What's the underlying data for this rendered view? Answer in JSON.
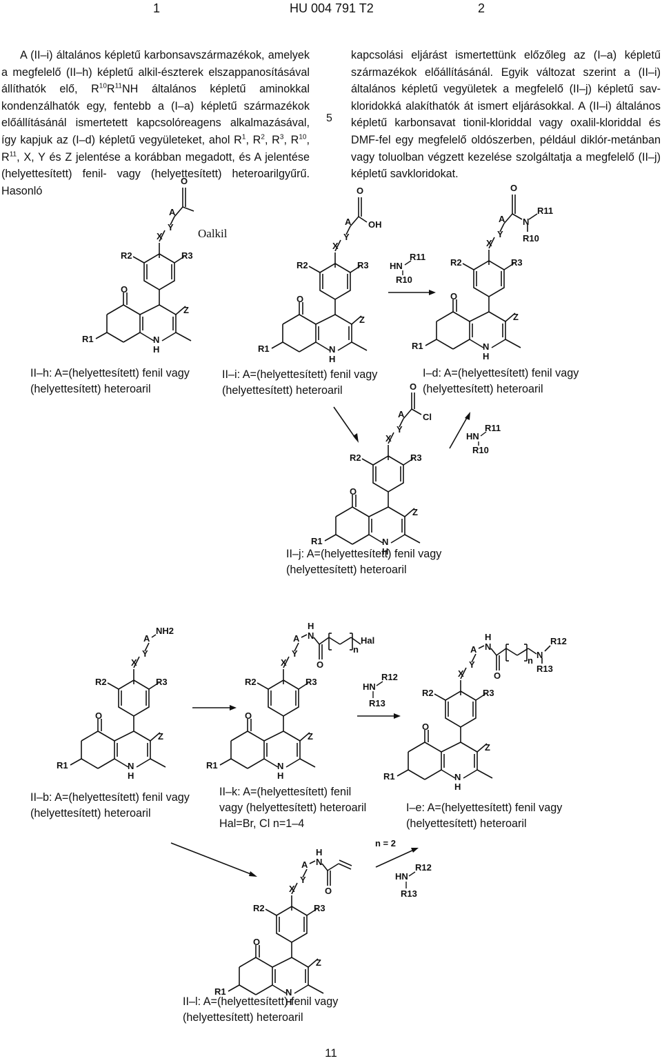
{
  "header": {
    "left_page": "1",
    "doc_id": "HU 004 791 T2",
    "right_page": "2"
  },
  "left_col": {
    "line1": "A (II–i) általános képletű karbonsavszármazékok, amelyek a megfelelő (II–h) képletű alkil-észterek elszappanosításával állíthatók elő, R",
    "sup_r10": "10",
    "r_mid": "R",
    "sup_r11": "11",
    "line2": "NH általános képletű aminokkal kondenzálhatók egy, fentebb a (I–a) képletű származékok előállításánál ismertetett kapcsolóreagens alkalmazásával, így kapjuk az (I–d) képletű vegyületeket, ahol R",
    "s1": "1",
    "c1": ", R",
    "s2": "2",
    "c2": ", R",
    "s3": "3",
    "c3": ", R",
    "s4": "10",
    "c4": ", R",
    "s5": "11",
    "line3": ", X, Y és Z jelentése a korábban megadott, és A jelentése (helyettesített) fenil- vagy (helyettesített) heteroarilgyűrű. Hasonló"
  },
  "line_number": "5",
  "right_col": {
    "text": "kapcsolási eljárást ismertettünk előzőleg az (I–a) képletű származékok előállításánál. Egyik változat szerint a (II–i) általános képletű vegyületek a megfelelő (II–j) képletű sav-kloridokká alakíthatók át ismert eljárásokkal. A (II–i) általános képletű karbonsavat tionil-kloriddal vagy oxalil-kloriddal és DMF-fel egy megfelelő oldószerben, például diklór-metánban vagy toluolban végzett kezelése szolgáltatja a megfelelő (II–j) képletű savkloridokat."
  },
  "captions": {
    "IIh": {
      "l1": "II–h: A=(helyettesített) fenil vagy",
      "l2": "(helyettesített) heteroaril"
    },
    "IIi": {
      "l1": "II–i: A=(helyettesített) fenil vagy",
      "l2": "(helyettesített) heteroaril"
    },
    "Id": {
      "l1": "I–d: A=(helyettesített) fenil vagy",
      "l2": "(helyettesített) heteroaril"
    },
    "IIj": {
      "l1": "II–j: A=(helyettesített) fenil vagy",
      "l2": "(helyettesített) heteroaril"
    },
    "IIb": {
      "l1": "II–b: A=(helyettesített) fenil vagy",
      "l2": "(helyettesített) heteroaril"
    },
    "IIk": {
      "l1": "II–k: A=(helyettesített) fenil",
      "l2": "vagy (helyettesített) heteroaril",
      "l3": "Hal=Br, Cl n=1–4"
    },
    "Ie": {
      "l1": "I–e: A=(helyettesített) fenil vagy",
      "l2": "(helyettesített) heteroaril"
    },
    "IIl": {
      "l1": "II–l: A=(helyettesített) fenil vagy",
      "l2": "(helyettesített) heteroaril"
    }
  },
  "scheme_labels": {
    "oalkil": "Oalkil",
    "o": "O",
    "a": "A",
    "x": "X",
    "y": "Y",
    "z": "Z",
    "n": "N",
    "h": "H",
    "r1": "R1",
    "r2": "R2",
    "r3": "R3",
    "r10": "R10",
    "r11": "R11",
    "r12": "R12",
    "r13": "R13",
    "oh": "OH",
    "cl": "Cl",
    "hn": "HN",
    "nh2": "NH2",
    "hal": "Hal",
    "n_sub": "n",
    "n_eq_2": "n = 2"
  },
  "page_number": "11"
}
